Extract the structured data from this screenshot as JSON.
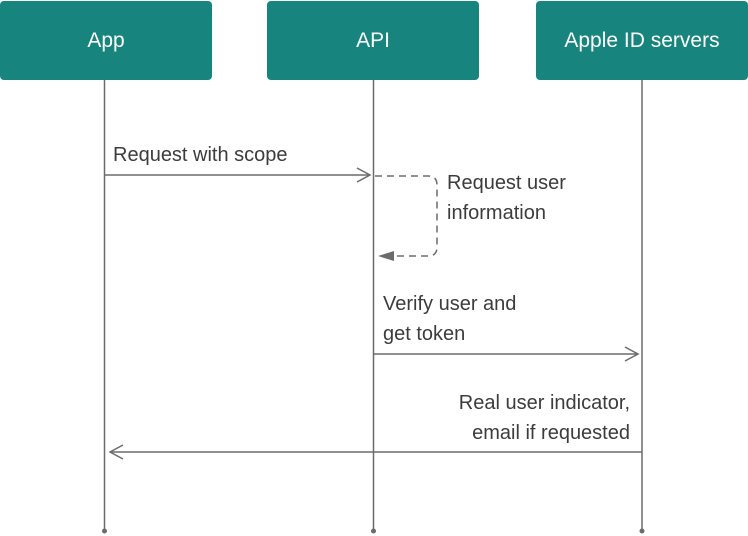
{
  "actors": {
    "app": "App",
    "api": "API",
    "apple": "Apple ID servers"
  },
  "messages": {
    "request_scope": "Request with scope",
    "request_user_line1": "Request user",
    "request_user_line2": "information",
    "verify_line1": "Verify user and",
    "verify_line2": "get token",
    "real_user_line1": "Real user indicator,",
    "real_user_line2": "email if requested"
  },
  "colors": {
    "actor_fill": "#17857d",
    "actor_text": "#ffffff",
    "line": "#6b6b6b",
    "text": "#3c3c3c"
  }
}
